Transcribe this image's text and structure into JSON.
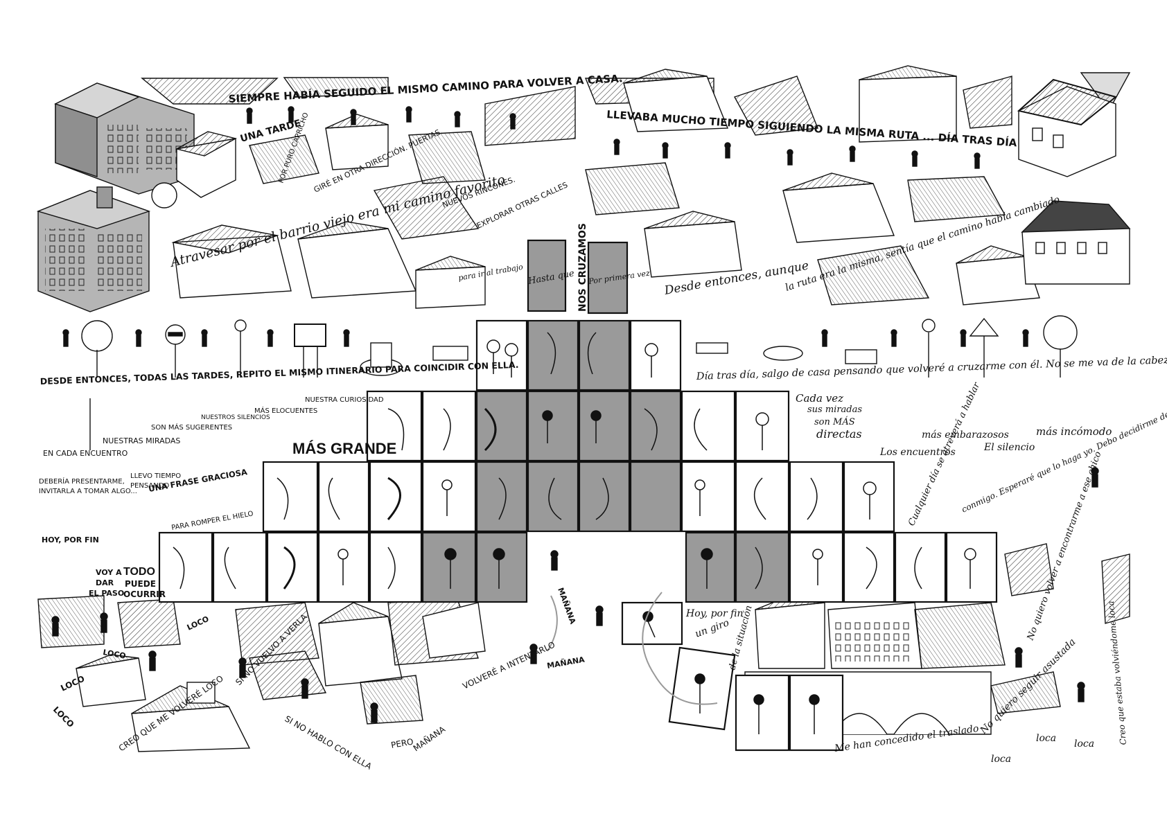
{
  "captions": {
    "top_left": "SIEMPRE HABÍA SEGUIDO EL MISMO CAMINO PARA VOLVER A CASA.",
    "una_tarde": "UNA TARDE",
    "por_puro_capricho": "POR PURO CAPRICHO",
    "gire_en_otra": "GIRÉ EN OTRA DIRECCIÓN. PUERTAS.",
    "nuevos_rincones": "NUEVOS RINCONES.",
    "explorar": "EXPLORAR OTRAS CALLES",
    "atravesar": "Atravesar por el barrio viejo era mi camino favorito",
    "para_ir": "para ir al trabajo",
    "hasta_que": "Hasta que",
    "nos_cruzamos": "NOS CRUZAMOS",
    "por_primera_vez": "Por primera vez",
    "top_right": "LLEVABA MUCHO TIEMPO SIGUIENDO LA MISMA RUTA ... DÍA TRAS DÍA",
    "desde_entonces_aunque": "Desde entonces, aunque",
    "la_ruta": "la ruta era la misma, sentía que el camino había cambiado",
    "desde_entonces_tardes": "DESDE ENTONCES, TODAS LAS TARDES, REPITO EL MISMO ITINERARIO PARA COINCIDIR CON ELLA.",
    "dia_tras_dia": "Día tras día, salgo de casa pensando que volveré a cruzarme con él. No se me va de la cabeza.",
    "en_cada_encuentro": "EN CADA ENCUENTRO",
    "nuestras_miradas": "NUESTRAS MIRADAS",
    "son_mas_sugerentes": "SON MÁS SUGERENTES",
    "nuestros_silencios": "NUESTROS SILENCIOS",
    "mas_elocuentes": "MÁS ELOCUENTES",
    "nuestra_curiosidad": "NUESTRA CURIOSIDAD",
    "mas_grande": "MÁS GRANDE",
    "cada_vez": "Cada vez",
    "sus_miradas": "sus miradas",
    "son_mas": "son MÁS",
    "directas": "directas",
    "mas_embarazosos": "más embarazosos",
    "los_encuentros": "Los encuentros",
    "el_silencio": "El silencio",
    "mas_incomodo": "más incómodo",
    "deberia": "DEBERÍA PRESENTARME,",
    "invitarla": "INVITARLA A TOMAR ALGO...",
    "llevo_tiempo": "LLEVO TIEMPO",
    "pensando": "PENSANDO",
    "una_frase": "UNA FRASE GRACIOSA",
    "para_romper": "PARA ROMPER EL HIELO",
    "hoy_por_fin_left": "HOY, POR FIN",
    "voy_a": "VOY A",
    "dar": "DAR",
    "el_paso": "EL PASO",
    "todo": "TODO",
    "puede": "PUEDE",
    "ocurrir": "OCURRIR",
    "cualquier_dia": "Cualquier día se atreverá a hablar",
    "conmigo": "conmigo. Esperaré que lo haga yo. Debo decidirme de una vez",
    "no_quiero_volver": "No quiero volver a encontrarme a ese chico",
    "creo_que_estaba": "Creo que estaba volviéndome loca",
    "manana_1": "MAÑANA",
    "manana_2": "MAÑANA",
    "manana_3": "MAÑANA",
    "volvere_a_intentarlo": "VOLVERÉ A INTENTARLO",
    "pero": "PERO",
    "si_no_hablo": "SI NO HABLO CON ELLA",
    "si_no_vuelvo": "SI NO VUELVO A VERLA",
    "creo_que_me": "CREO QUE ME VOLVERÉ LOCO",
    "loco_1": "LOCO",
    "loco_2": "LOCO",
    "loco_3": "LOCO",
    "loco_4": "LOCO",
    "hoy_por_fin_right": "Hoy, por fin",
    "un_giro": "un giro",
    "de_la_situacion": "de la situación",
    "me_han": "Me han concedido el traslado",
    "no_quiero_seguir": "No quiero seguir asustada",
    "loca_1": "loca",
    "loca_2": "loca",
    "loca_3": "loca"
  },
  "colors": {
    "ink": "#111111",
    "paper": "#ffffff",
    "gray_panel": "#9a9a9a",
    "light_gray": "#cfcfcf",
    "building_gray": "#b5b5b5"
  }
}
